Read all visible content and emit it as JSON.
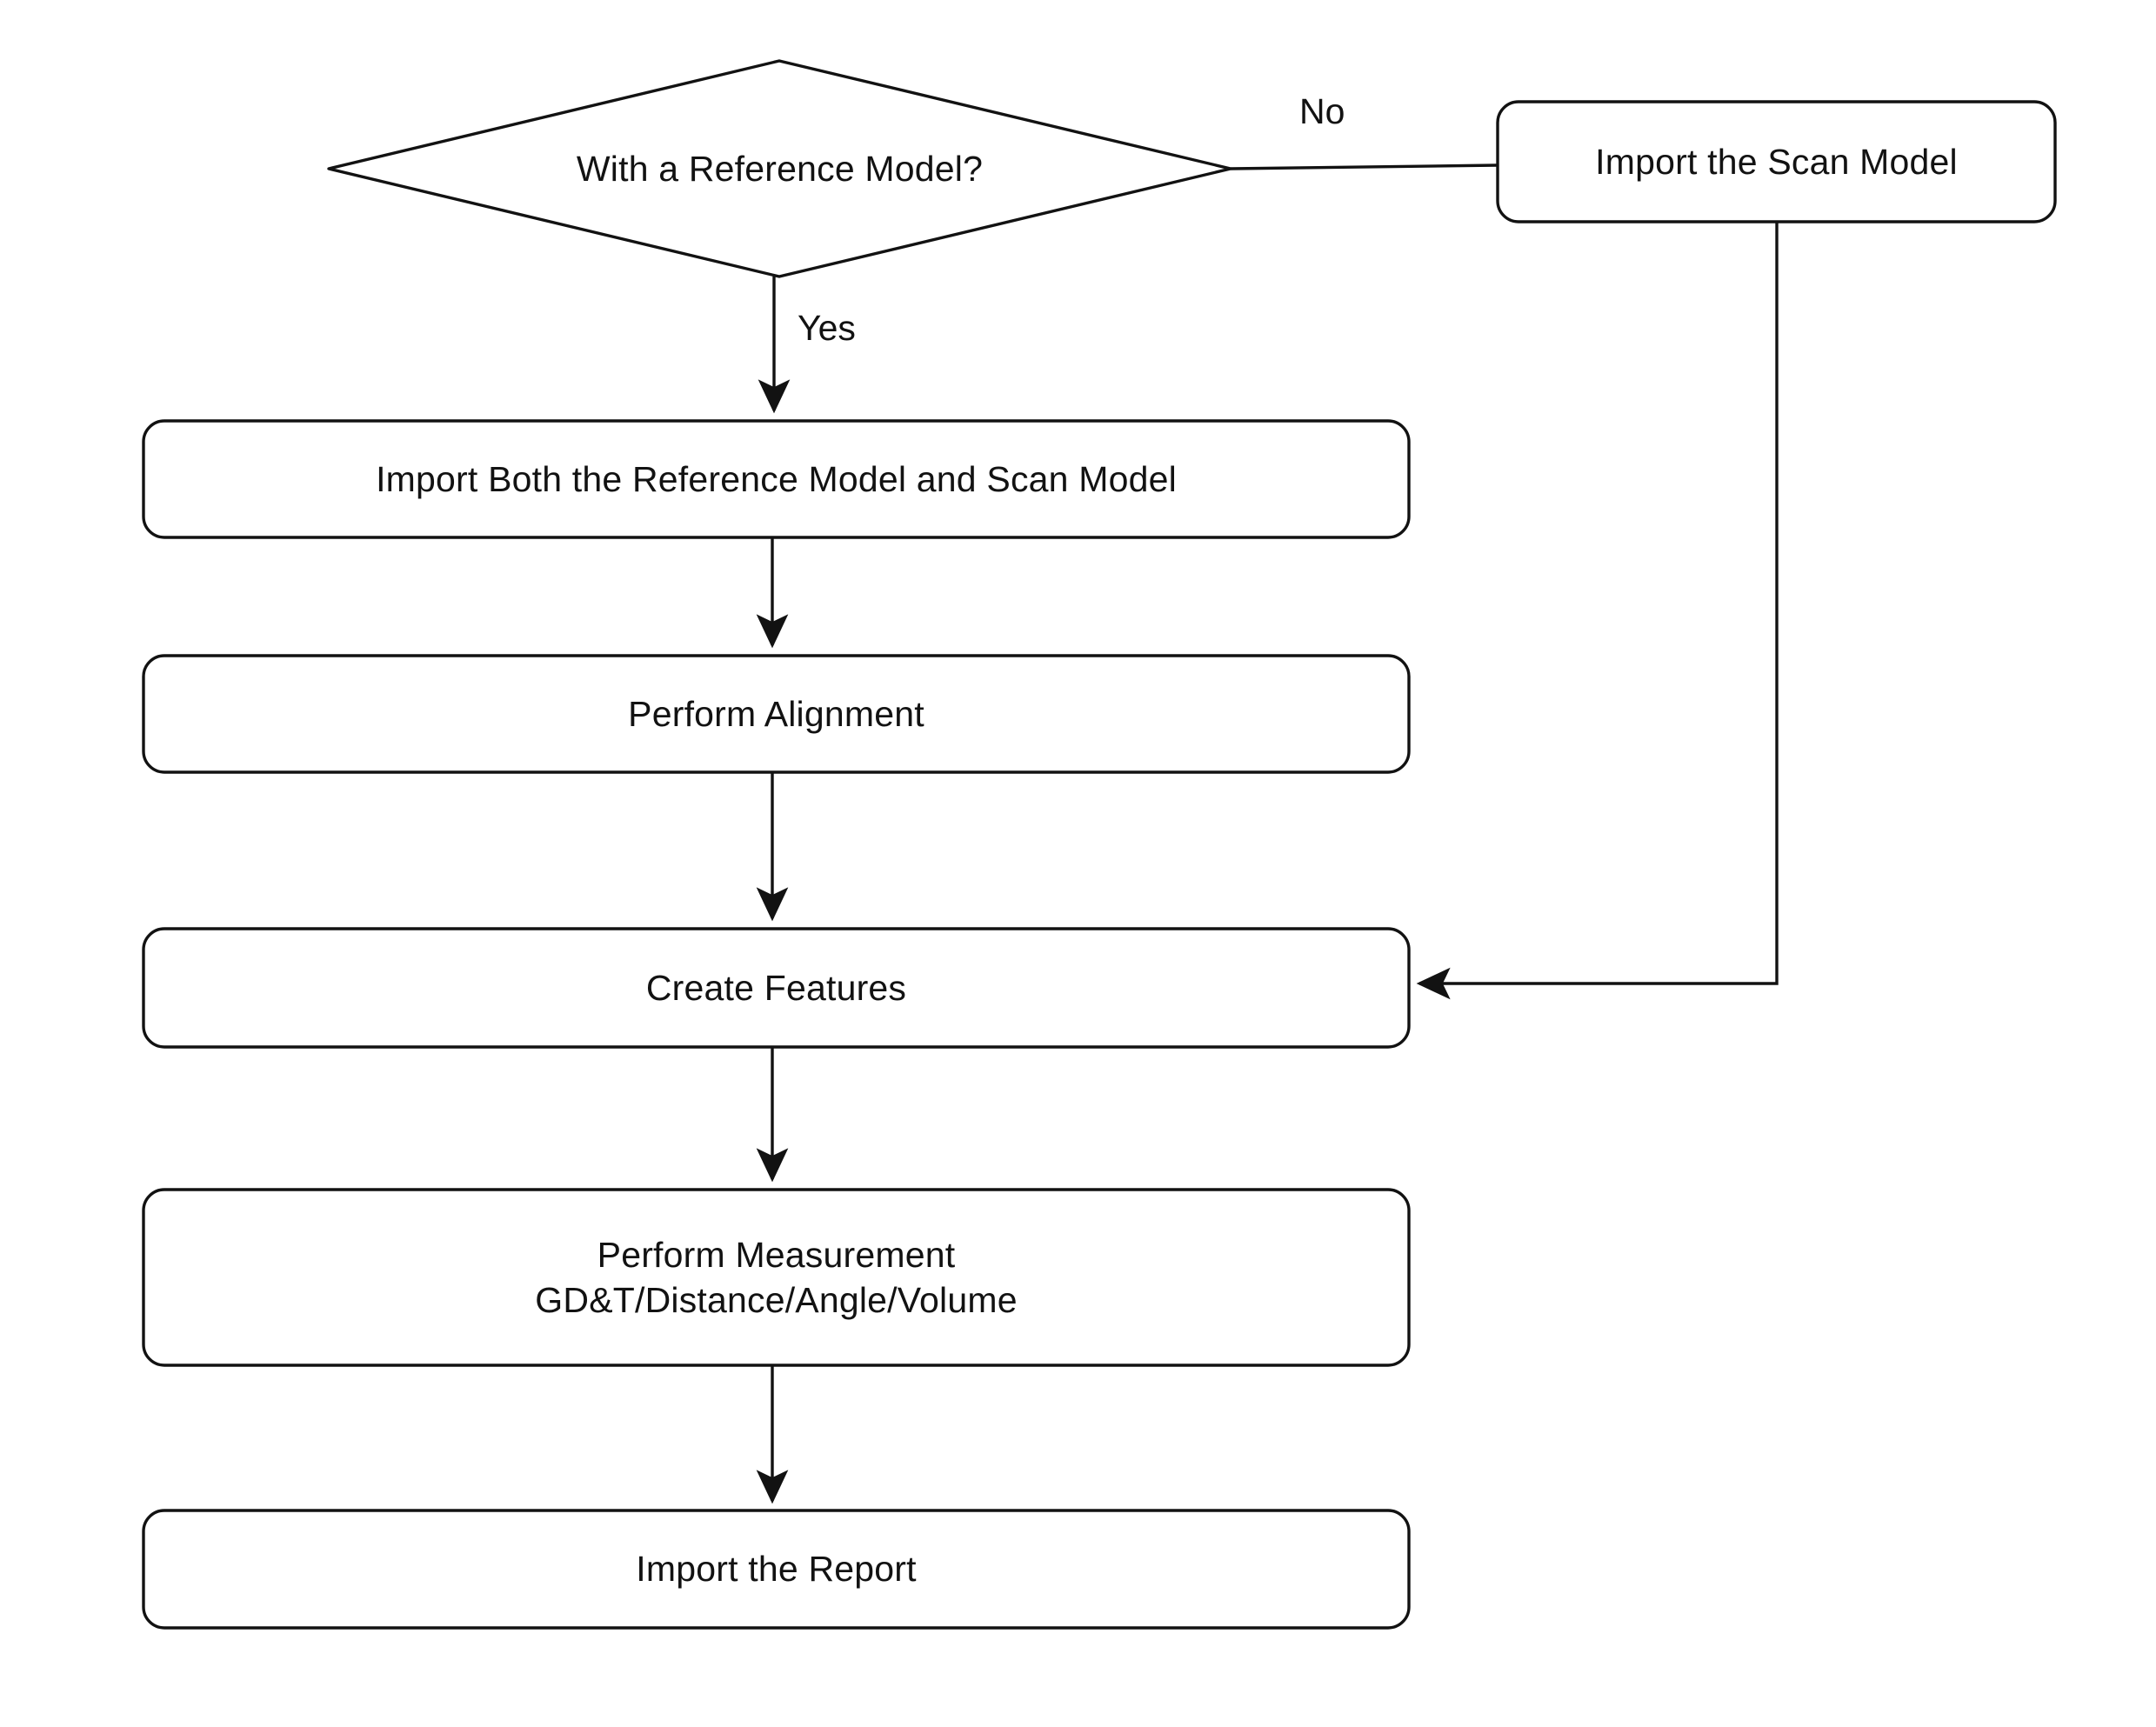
{
  "diagram": {
    "type": "flowchart",
    "title": "",
    "background_color": "#ffffff",
    "stroke_color": "#121212",
    "text_color": "#121212",
    "nodes": [
      {
        "id": "decision-reference-model",
        "shape": "diamond",
        "label": "With a Reference Model?"
      },
      {
        "id": "import-scan-model",
        "shape": "rounded-rect",
        "label": "Import the Scan Model"
      },
      {
        "id": "import-both-models",
        "shape": "rounded-rect",
        "label": "Import Both the Reference Model and Scan Model"
      },
      {
        "id": "perform-alignment",
        "shape": "rounded-rect",
        "label": "Perform Alignment"
      },
      {
        "id": "create-features",
        "shape": "rounded-rect",
        "label": "Create Features"
      },
      {
        "id": "perform-measurement",
        "shape": "rounded-rect",
        "label": "Perform Measurement\nGD&T/Distance/Angle/Volume"
      },
      {
        "id": "import-report",
        "shape": "rounded-rect",
        "label": "Import the Report"
      }
    ],
    "edges": [
      {
        "id": "edge-no",
        "from": "decision-reference-model",
        "to": "import-scan-model",
        "label": "No"
      },
      {
        "id": "edge-yes",
        "from": "decision-reference-model",
        "to": "import-both-models",
        "label": "Yes"
      },
      {
        "id": "edge-both-to-alignment",
        "from": "import-both-models",
        "to": "perform-alignment",
        "label": ""
      },
      {
        "id": "edge-alignment-to-features",
        "from": "perform-alignment",
        "to": "create-features",
        "label": ""
      },
      {
        "id": "edge-scan-to-features",
        "from": "import-scan-model",
        "to": "create-features",
        "label": ""
      },
      {
        "id": "edge-features-to-measurement",
        "from": "create-features",
        "to": "perform-measurement",
        "label": ""
      },
      {
        "id": "edge-measurement-to-report",
        "from": "perform-measurement",
        "to": "import-report",
        "label": ""
      }
    ]
  }
}
